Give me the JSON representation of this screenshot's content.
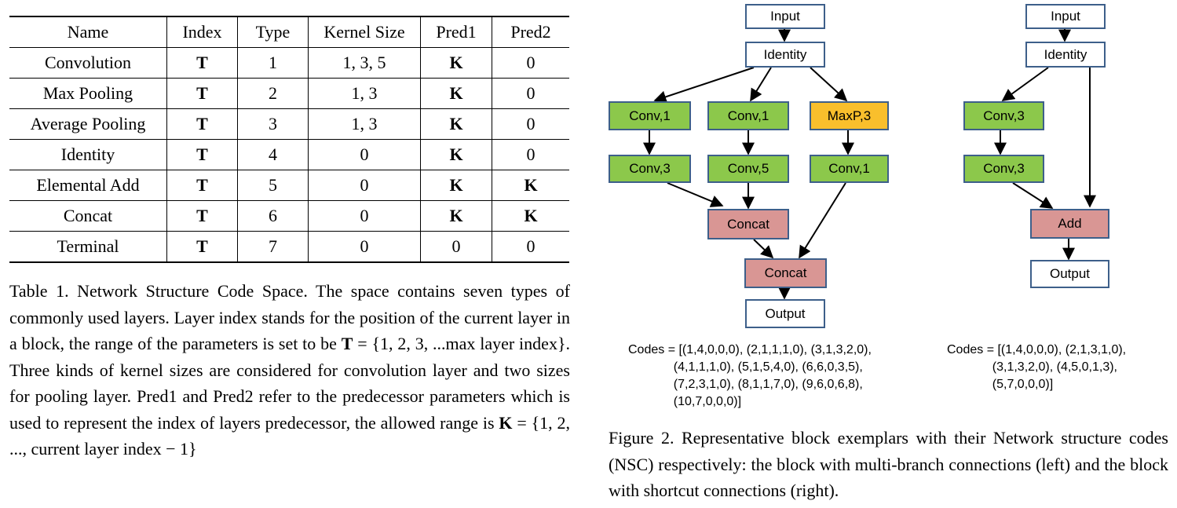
{
  "table": {
    "headers": [
      "Name",
      "Index",
      "Type",
      "Kernel Size",
      "Pred1",
      "Pred2"
    ],
    "rows": [
      [
        "Convolution",
        "T",
        "1",
        "1, 3, 5",
        "K",
        "0"
      ],
      [
        "Max Pooling",
        "T",
        "2",
        "1, 3",
        "K",
        "0"
      ],
      [
        "Average Pooling",
        "T",
        "3",
        "1, 3",
        "K",
        "0"
      ],
      [
        "Identity",
        "T",
        "4",
        "0",
        "K",
        "0"
      ],
      [
        "Elemental Add",
        "T",
        "5",
        "0",
        "K",
        "K"
      ],
      [
        "Concat",
        "T",
        "6",
        "0",
        "K",
        "K"
      ],
      [
        "Terminal",
        "T",
        "7",
        "0",
        "0",
        "0"
      ]
    ]
  },
  "table_caption": {
    "p1": "Table 1. Network Structure Code Space. The space contains seven types of commonly used layers. Layer index stands for the position of the current layer in a block, the range of the parameters is set to be ",
    "T": "T",
    "eq1": " = {1, 2, 3, ...max layer index}",
    "p2": ". Three kinds of kernel sizes are considered for convolution layer and two sizes for pooling layer. Pred1 and Pred2 refer to the predecessor parameters which is used to represent the index of layers predecessor, the allowed range is ",
    "K": "K",
    "eq2": " = {1, 2, ..., current layer index − 1}"
  },
  "left_block": {
    "input": "Input",
    "identity": "Identity",
    "conv1a": "Conv,1",
    "conv1b": "Conv,1",
    "maxp": "MaxP,3",
    "conv3": "Conv,3",
    "conv5": "Conv,5",
    "conv1c": "Conv,1",
    "concat1": "Concat",
    "concat2": "Concat",
    "output": "Output",
    "codes": "Codes = [(1,4,0,0,0), (2,1,1,1,0), (3,1,3,2,0),\n             (4,1,1,1,0), (5,1,5,4,0), (6,6,0,3,5),\n             (7,2,3,1,0), (8,1,1,7,0), (9,6,0,6,8),\n             (10,7,0,0,0)]"
  },
  "right_block": {
    "input": "Input",
    "identity": "Identity",
    "conv3a": "Conv,3",
    "conv3b": "Conv,3",
    "add": "Add",
    "output": "Output",
    "codes": "Codes = [(1,4,0,0,0), (2,1,3,1,0),\n             (3,1,3,2,0), (4,5,0,1,3),\n             (5,7,0,0,0)]"
  },
  "figure_caption": "Figure 2. Representative block exemplars with their Network structure codes (NSC) respectively: the block with multi-branch connections (left) and the block with shortcut connections (right).",
  "colors": {
    "conv": "#8cc84b",
    "pool": "#f9bf2c",
    "merge": "#d99694",
    "border": "#3d5f8a"
  }
}
